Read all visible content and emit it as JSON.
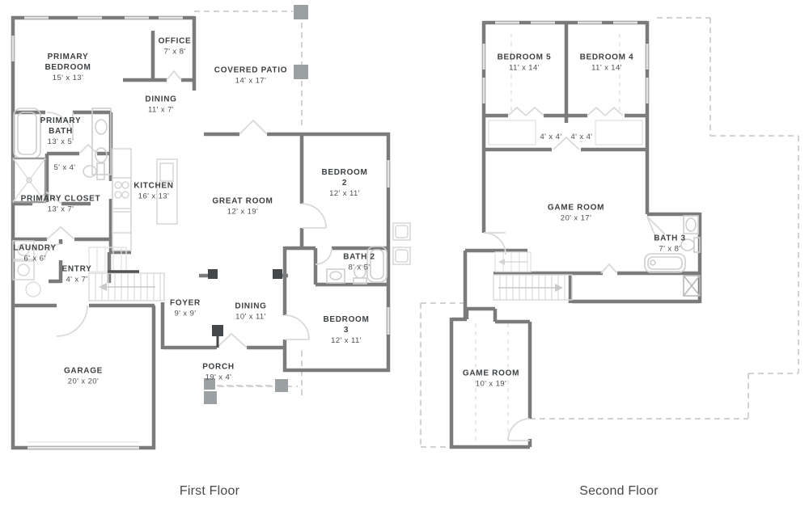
{
  "captions": {
    "first": "First Floor",
    "second": "Second Floor"
  },
  "first_floor": {
    "rooms": [
      {
        "id": "primary-bedroom",
        "name": "PRIMARY\nBEDROOM",
        "dims": "15' x 13'"
      },
      {
        "id": "office",
        "name": "OFFICE",
        "dims": "7' x 8'"
      },
      {
        "id": "covered-patio",
        "name": "COVERED PATIO",
        "dims": "14' x 17'"
      },
      {
        "id": "dining",
        "name": "DINING",
        "dims": "11' x 7'"
      },
      {
        "id": "primary-bath",
        "name": "PRIMARY\nBATH",
        "dims": "13' x 5'"
      },
      {
        "id": "water-closet",
        "name": "",
        "dims": "5' x 4'"
      },
      {
        "id": "primary-closet",
        "name": "PRIMARY CLOSET",
        "dims": "13' x 7'"
      },
      {
        "id": "kitchen",
        "name": "KITCHEN",
        "dims": "16' x 13'"
      },
      {
        "id": "great-room",
        "name": "GREAT ROOM",
        "dims": "12' x 19'"
      },
      {
        "id": "bedroom-2",
        "name": "BEDROOM\n2",
        "dims": "12' x 11'"
      },
      {
        "id": "laundry",
        "name": "LAUNDRY",
        "dims": "6' x 6'"
      },
      {
        "id": "entry",
        "name": "ENTRY",
        "dims": "4' x 7'"
      },
      {
        "id": "bath-2",
        "name": "BATH 2",
        "dims": "8' x 5'"
      },
      {
        "id": "foyer",
        "name": "FOYER",
        "dims": "9' x 9'"
      },
      {
        "id": "dining-2",
        "name": "DINING",
        "dims": "10' x 11'"
      },
      {
        "id": "bedroom-3",
        "name": "BEDROOM\n3",
        "dims": "12' x 11'"
      },
      {
        "id": "garage",
        "name": "GARAGE",
        "dims": "20' x 20'"
      },
      {
        "id": "porch",
        "name": "PORCH",
        "dims": "19' x 4'"
      }
    ]
  },
  "second_floor": {
    "rooms": [
      {
        "id": "bedroom-5",
        "name": "BEDROOM 5",
        "dims": "11' x 14'"
      },
      {
        "id": "bedroom-4",
        "name": "BEDROOM 4",
        "dims": "11' x 14'"
      },
      {
        "id": "closet-5",
        "name": "",
        "dims": "4' x 4'"
      },
      {
        "id": "closet-4",
        "name": "",
        "dims": "4' x 4'"
      },
      {
        "id": "game-room",
        "name": "GAME ROOM",
        "dims": "20' x 17'"
      },
      {
        "id": "bath-3",
        "name": "BATH 3",
        "dims": "7' x 8'"
      },
      {
        "id": "game-room-2",
        "name": "GAME ROOM",
        "dims": "10' x 19'"
      }
    ]
  },
  "colors": {
    "wall": "#7b7b7b",
    "fixture": "#cfcfcf",
    "dashed_roof": "#d2d2d2",
    "text": "#3c4043",
    "post_dark": "#44484b",
    "post_gray": "#9ba0a3"
  }
}
